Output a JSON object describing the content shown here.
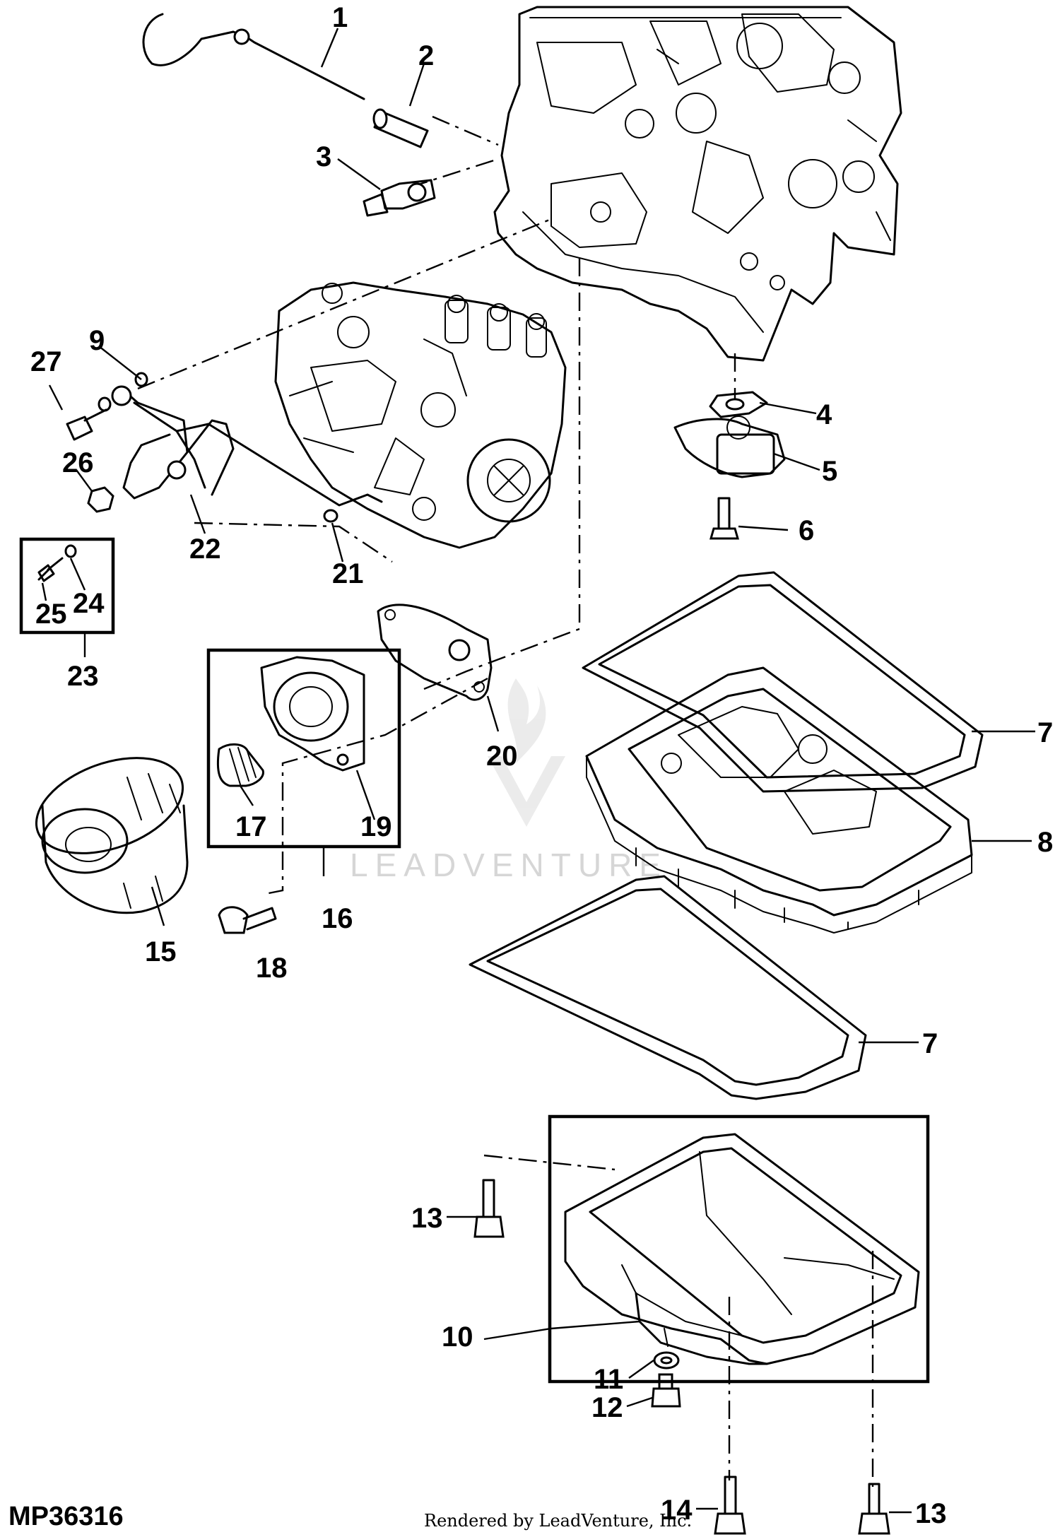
{
  "figure_id": "MP36316",
  "credit": "Rendered by LeadVenture, Inc.",
  "watermark": "LEADVENTURE",
  "callouts": [
    "1",
    "2",
    "3",
    "4",
    "5",
    "6",
    "7",
    "8",
    "9",
    "10",
    "11",
    "12",
    "13",
    "14",
    "15",
    "16",
    "17",
    "18",
    "19",
    "20",
    "21",
    "22",
    "23",
    "24",
    "25",
    "26",
    "27"
  ]
}
